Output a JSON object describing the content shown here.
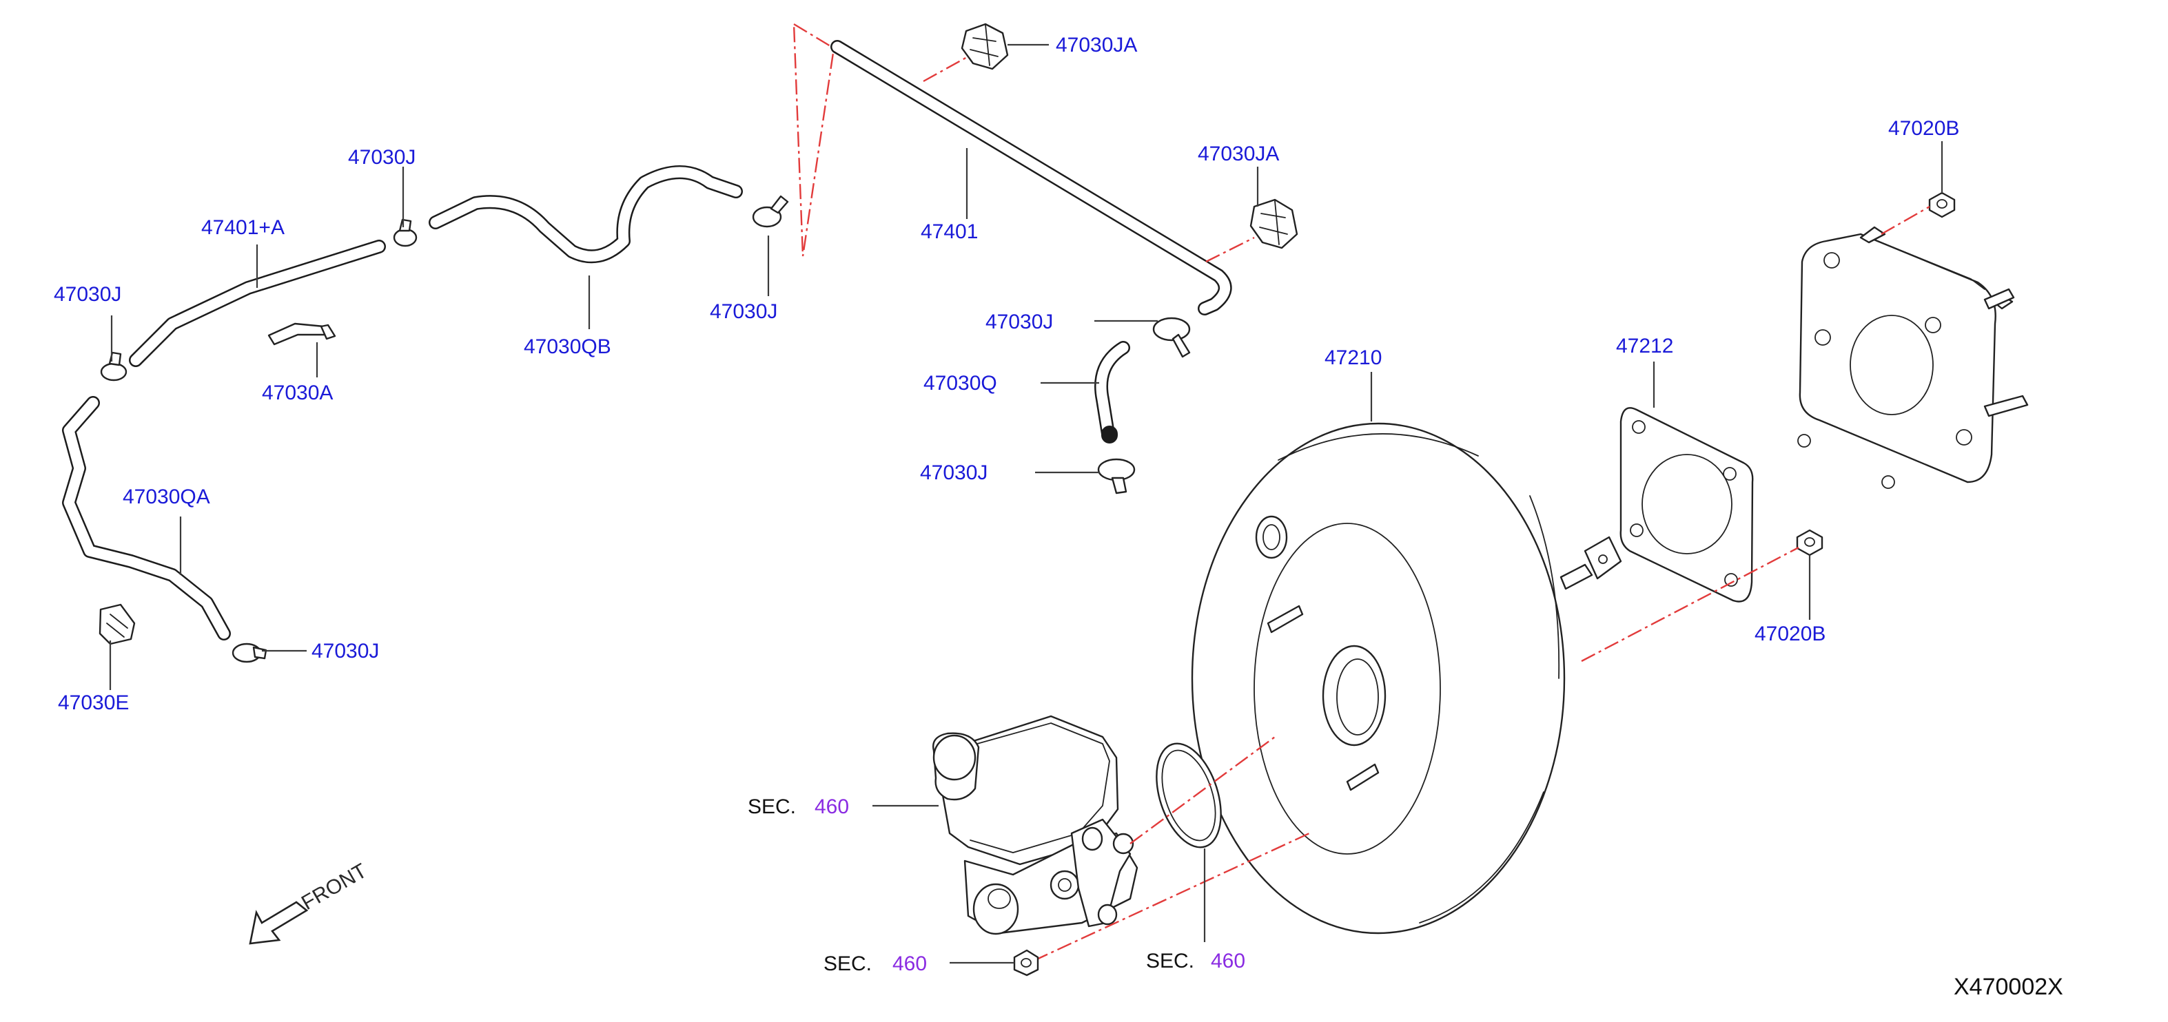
{
  "diagram_code": "X470002X",
  "direction": "FRONT",
  "section_prefix": "SEC.",
  "colors": {
    "part_number": "#1a1ad8",
    "section_number": "#8a2be2",
    "dash_line": "#e23b3b",
    "outline": "#222222"
  },
  "labels": {
    "clamp_upper_left": "47030J",
    "clamp_left": "47030J",
    "hose_a": "47401+A",
    "clip_a": "47030A",
    "hose_qb": "47030QB",
    "clamp_mid": "47030J",
    "hose_qa": "47030QA",
    "clamp_low_left": "47030J",
    "connector_e": "47030E",
    "clip_top": "47030JA",
    "tube": "47401",
    "clip_right": "47030JA",
    "clamp_right_upper": "47030J",
    "hose_q": "47030Q",
    "clamp_right_lower": "47030J",
    "booster": "47210",
    "gasket": "47212",
    "nut_top": "47020B",
    "nut_bottom": "47020B"
  },
  "sections": {
    "master_cylinder": "460",
    "nut": "460",
    "seal": "460"
  }
}
